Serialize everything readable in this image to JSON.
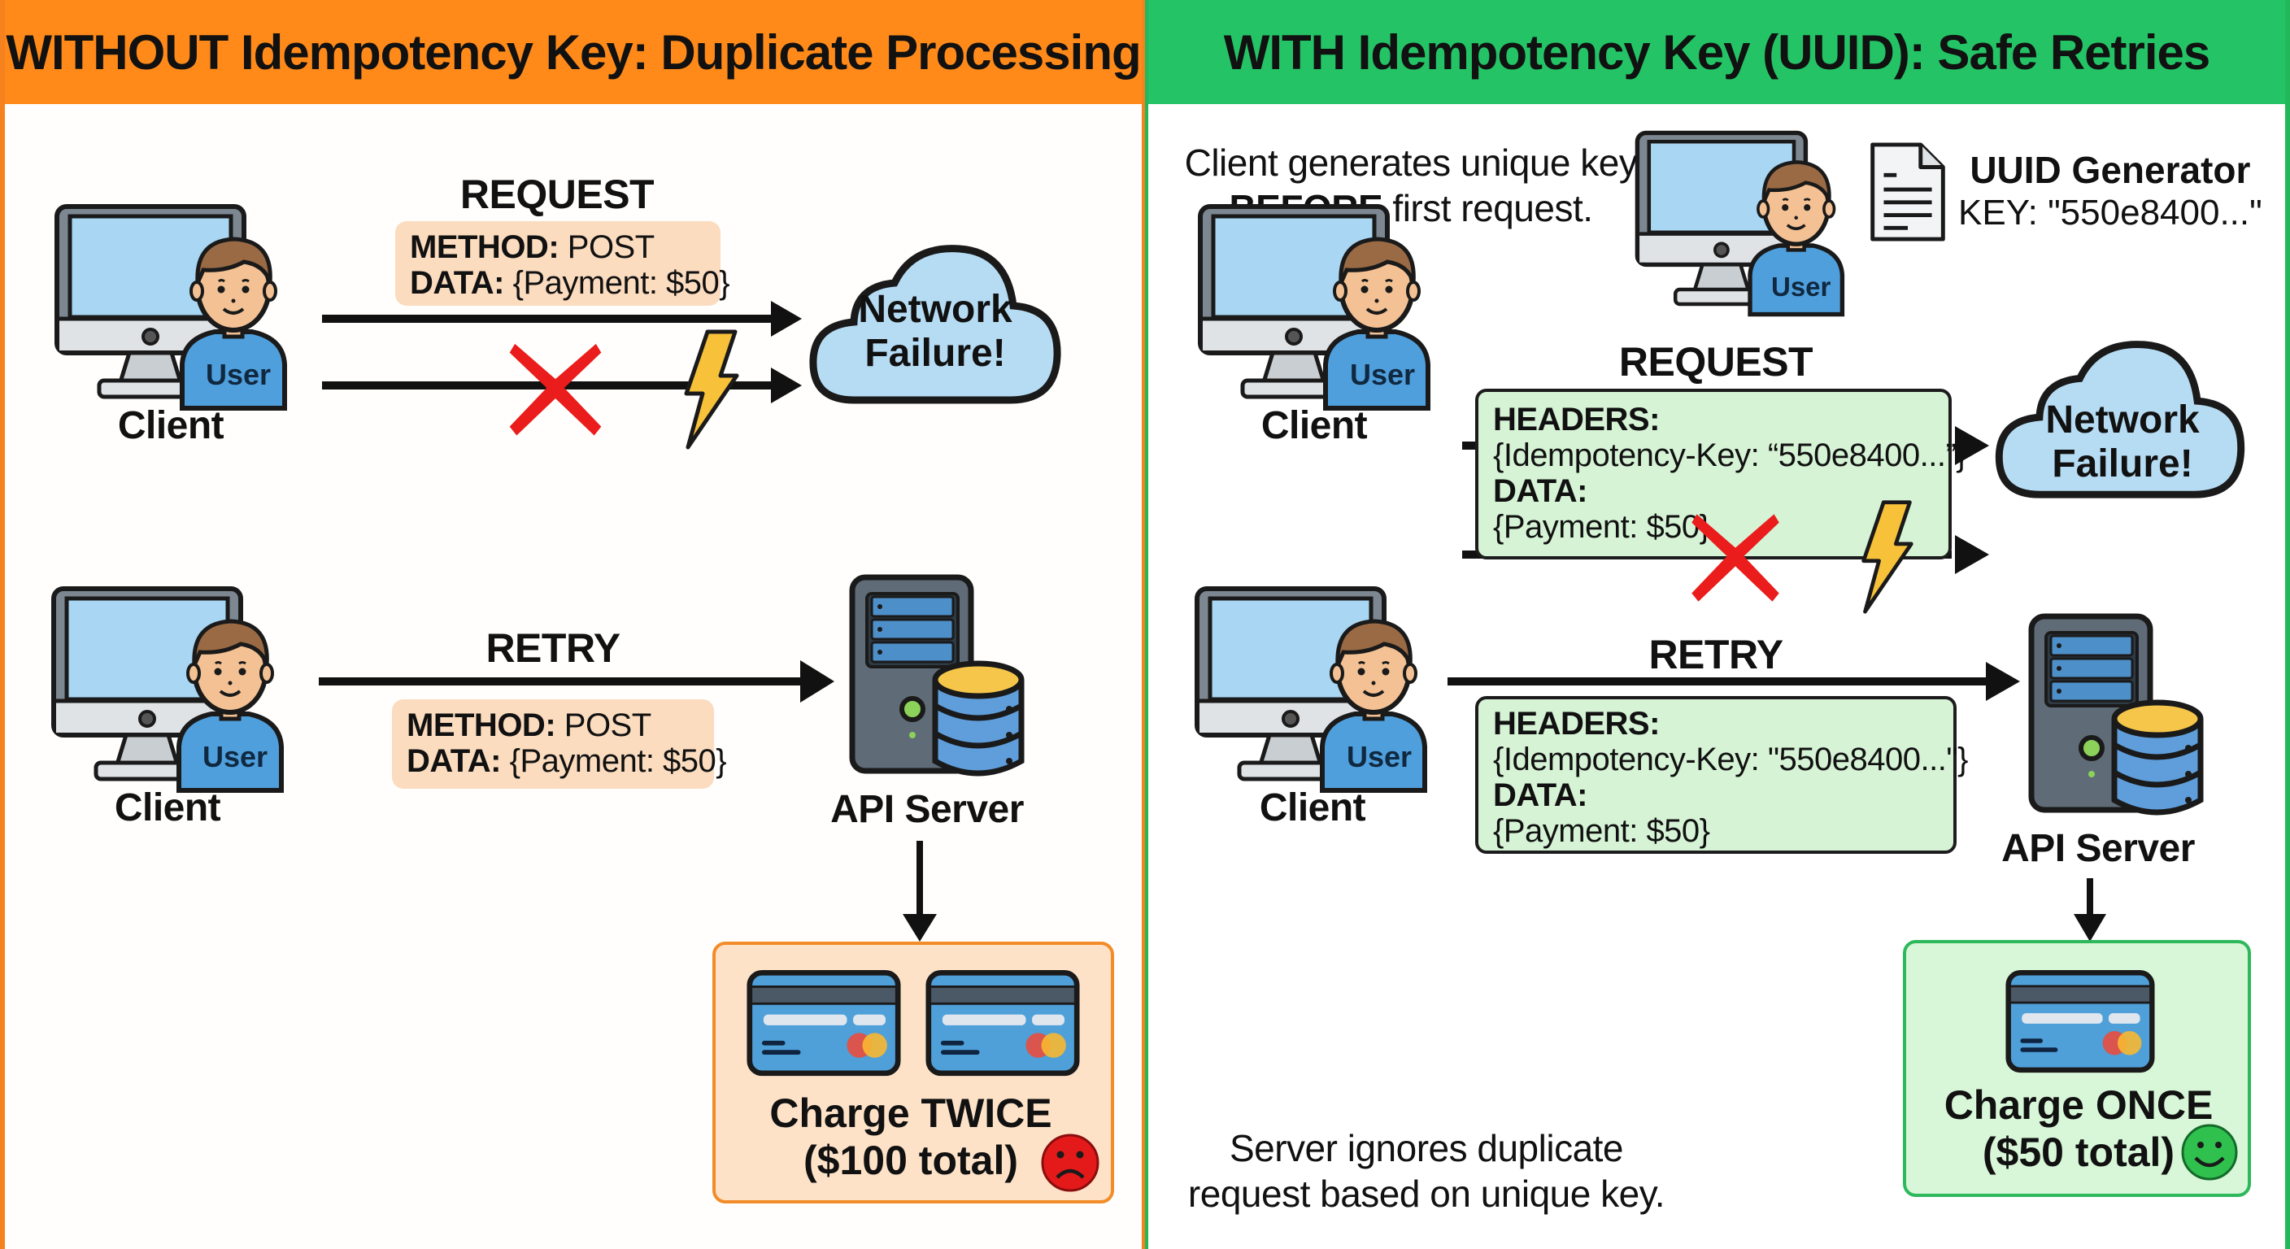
{
  "left": {
    "banner_title": "WITHOUT Idempotency Key: Duplicate Processing",
    "accent_color": "#ff8a1a",
    "request": {
      "title": "REQUEST",
      "method_label": "METHOD:",
      "method_value": "POST",
      "data_label": "DATA:",
      "data_value": "{Payment: $50}"
    },
    "client_label_1": "Client",
    "client_label_2": "Client",
    "user_badge_1": "User",
    "user_badge_2": "User",
    "cloud": {
      "line1": "Network",
      "line2": "Failure!"
    },
    "retry": {
      "title": "RETRY",
      "method_label": "METHOD:",
      "method_value": "POST",
      "data_label": "DATA:",
      "data_value": "{Payment: $50}"
    },
    "server_label": "API Server",
    "result": {
      "line1": "Charge TWICE",
      "line2": "($100 total)",
      "emoji": "sad-face",
      "card_count": 2
    }
  },
  "right": {
    "banner_title": "WITH Idempotency Key (UUID): Safe Retries",
    "accent_color": "#24c466",
    "intro_note": {
      "line1": "Client generates unique key",
      "bold": "BEFORE",
      "line2_rest": " first request."
    },
    "uuid": {
      "title": "UUID Generator",
      "key": "KEY: \"550e8400...\""
    },
    "user_badge_top": "User",
    "user_badge_1": "User",
    "user_badge_2": "User",
    "client_label_1": "Client",
    "client_label_2": "Client",
    "request": {
      "title": "REQUEST",
      "headers_label": "HEADERS:",
      "headers_value": "{Idempotency-Key: “550e8400...”}",
      "data_label": "DATA:",
      "data_value": "{Payment: $50}"
    },
    "cloud": {
      "line1": "Network",
      "line2": "Failure!"
    },
    "retry": {
      "title": "RETRY",
      "headers_label": "HEADERS:",
      "headers_value": "{Idempotency-Key: \"550e8400...\"}",
      "data_label": "DATA:",
      "data_value": "{Payment: $50}"
    },
    "server_label": "API Server",
    "result": {
      "line1": "Charge ONCE",
      "line2": "($50 total)",
      "emoji": "happy-face",
      "card_count": 1
    },
    "footer_note": {
      "line1": "Server ignores duplicate",
      "line2": "request based on unique key."
    }
  }
}
